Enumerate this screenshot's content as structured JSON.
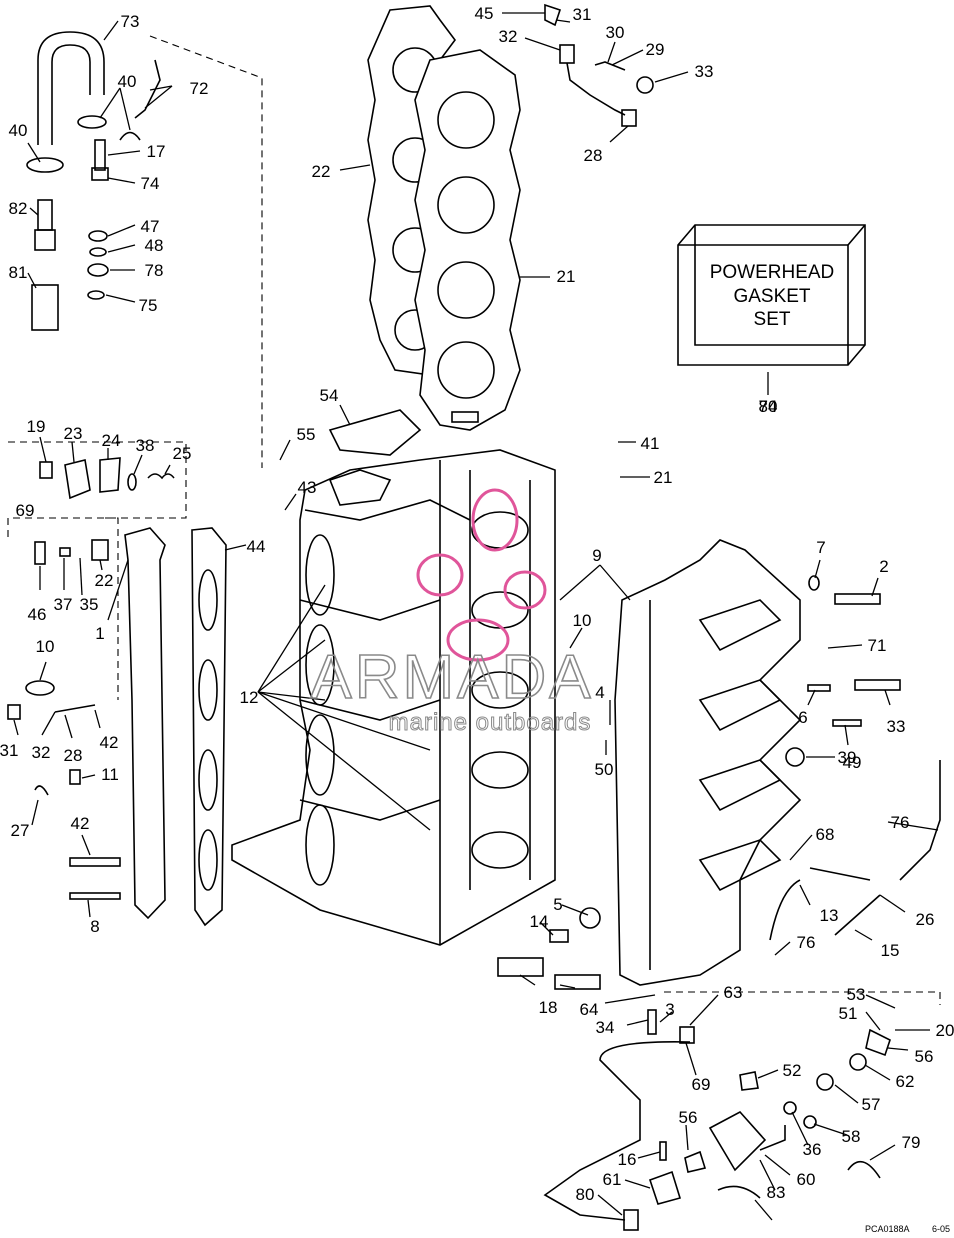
{
  "figure": {
    "box_label": [
      "POWERHEAD",
      "GASKET",
      "SET"
    ],
    "box_callout": "84",
    "drawing_code": "PCA0188A",
    "date_code": "6-05"
  },
  "watermark": {
    "brand": "ARMADA",
    "tagline": "marine outboards",
    "accent_color": "#e0559a"
  },
  "callouts": [
    "73",
    "40",
    "72",
    "40",
    "17",
    "74",
    "82",
    "47",
    "48",
    "78",
    "81",
    "75",
    "22",
    "21",
    "45",
    "31",
    "32",
    "30",
    "29",
    "33",
    "28",
    "70",
    "54",
    "55",
    "19",
    "23",
    "24",
    "38",
    "25",
    "69",
    "43",
    "41",
    "21",
    "44",
    "46",
    "37",
    "35",
    "22",
    "1",
    "9",
    "7",
    "2",
    "10",
    "71",
    "10",
    "12",
    "4",
    "6",
    "33",
    "31",
    "32",
    "28",
    "42",
    "50",
    "49",
    "11",
    "39",
    "27",
    "42",
    "68",
    "76",
    "13",
    "26",
    "8",
    "5",
    "14",
    "15",
    "76",
    "18",
    "64",
    "63",
    "3",
    "34",
    "53",
    "51",
    "20",
    "56",
    "62",
    "69",
    "52",
    "57",
    "56",
    "36",
    "58",
    "79",
    "16",
    "60",
    "83",
    "61",
    "80"
  ]
}
